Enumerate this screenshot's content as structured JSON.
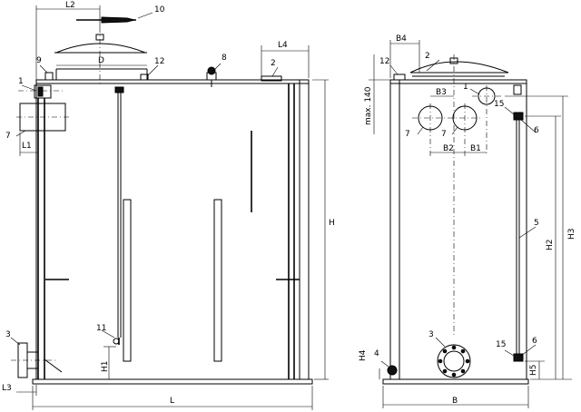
{
  "callouts": {
    "c1": "1",
    "c2": "2",
    "c3": "3",
    "c4": "4",
    "c5": "5",
    "c6": "6",
    "c7": "7",
    "c8": "8",
    "c9": "9",
    "c10": "10",
    "c11": "11",
    "c12": "12",
    "c15": "15"
  },
  "dimensions": {
    "L": "L",
    "L1": "L1",
    "L2": "L2",
    "L3": "L3",
    "L4": "L4",
    "D": "D",
    "H": "H",
    "H1": "H1",
    "H2": "H2",
    "H3": "H3",
    "H4": "H4",
    "H5": "H5",
    "B": "B",
    "B1": "B1",
    "B2": "B2",
    "B3": "B3",
    "B4": "B4",
    "max140": "max. 140"
  }
}
